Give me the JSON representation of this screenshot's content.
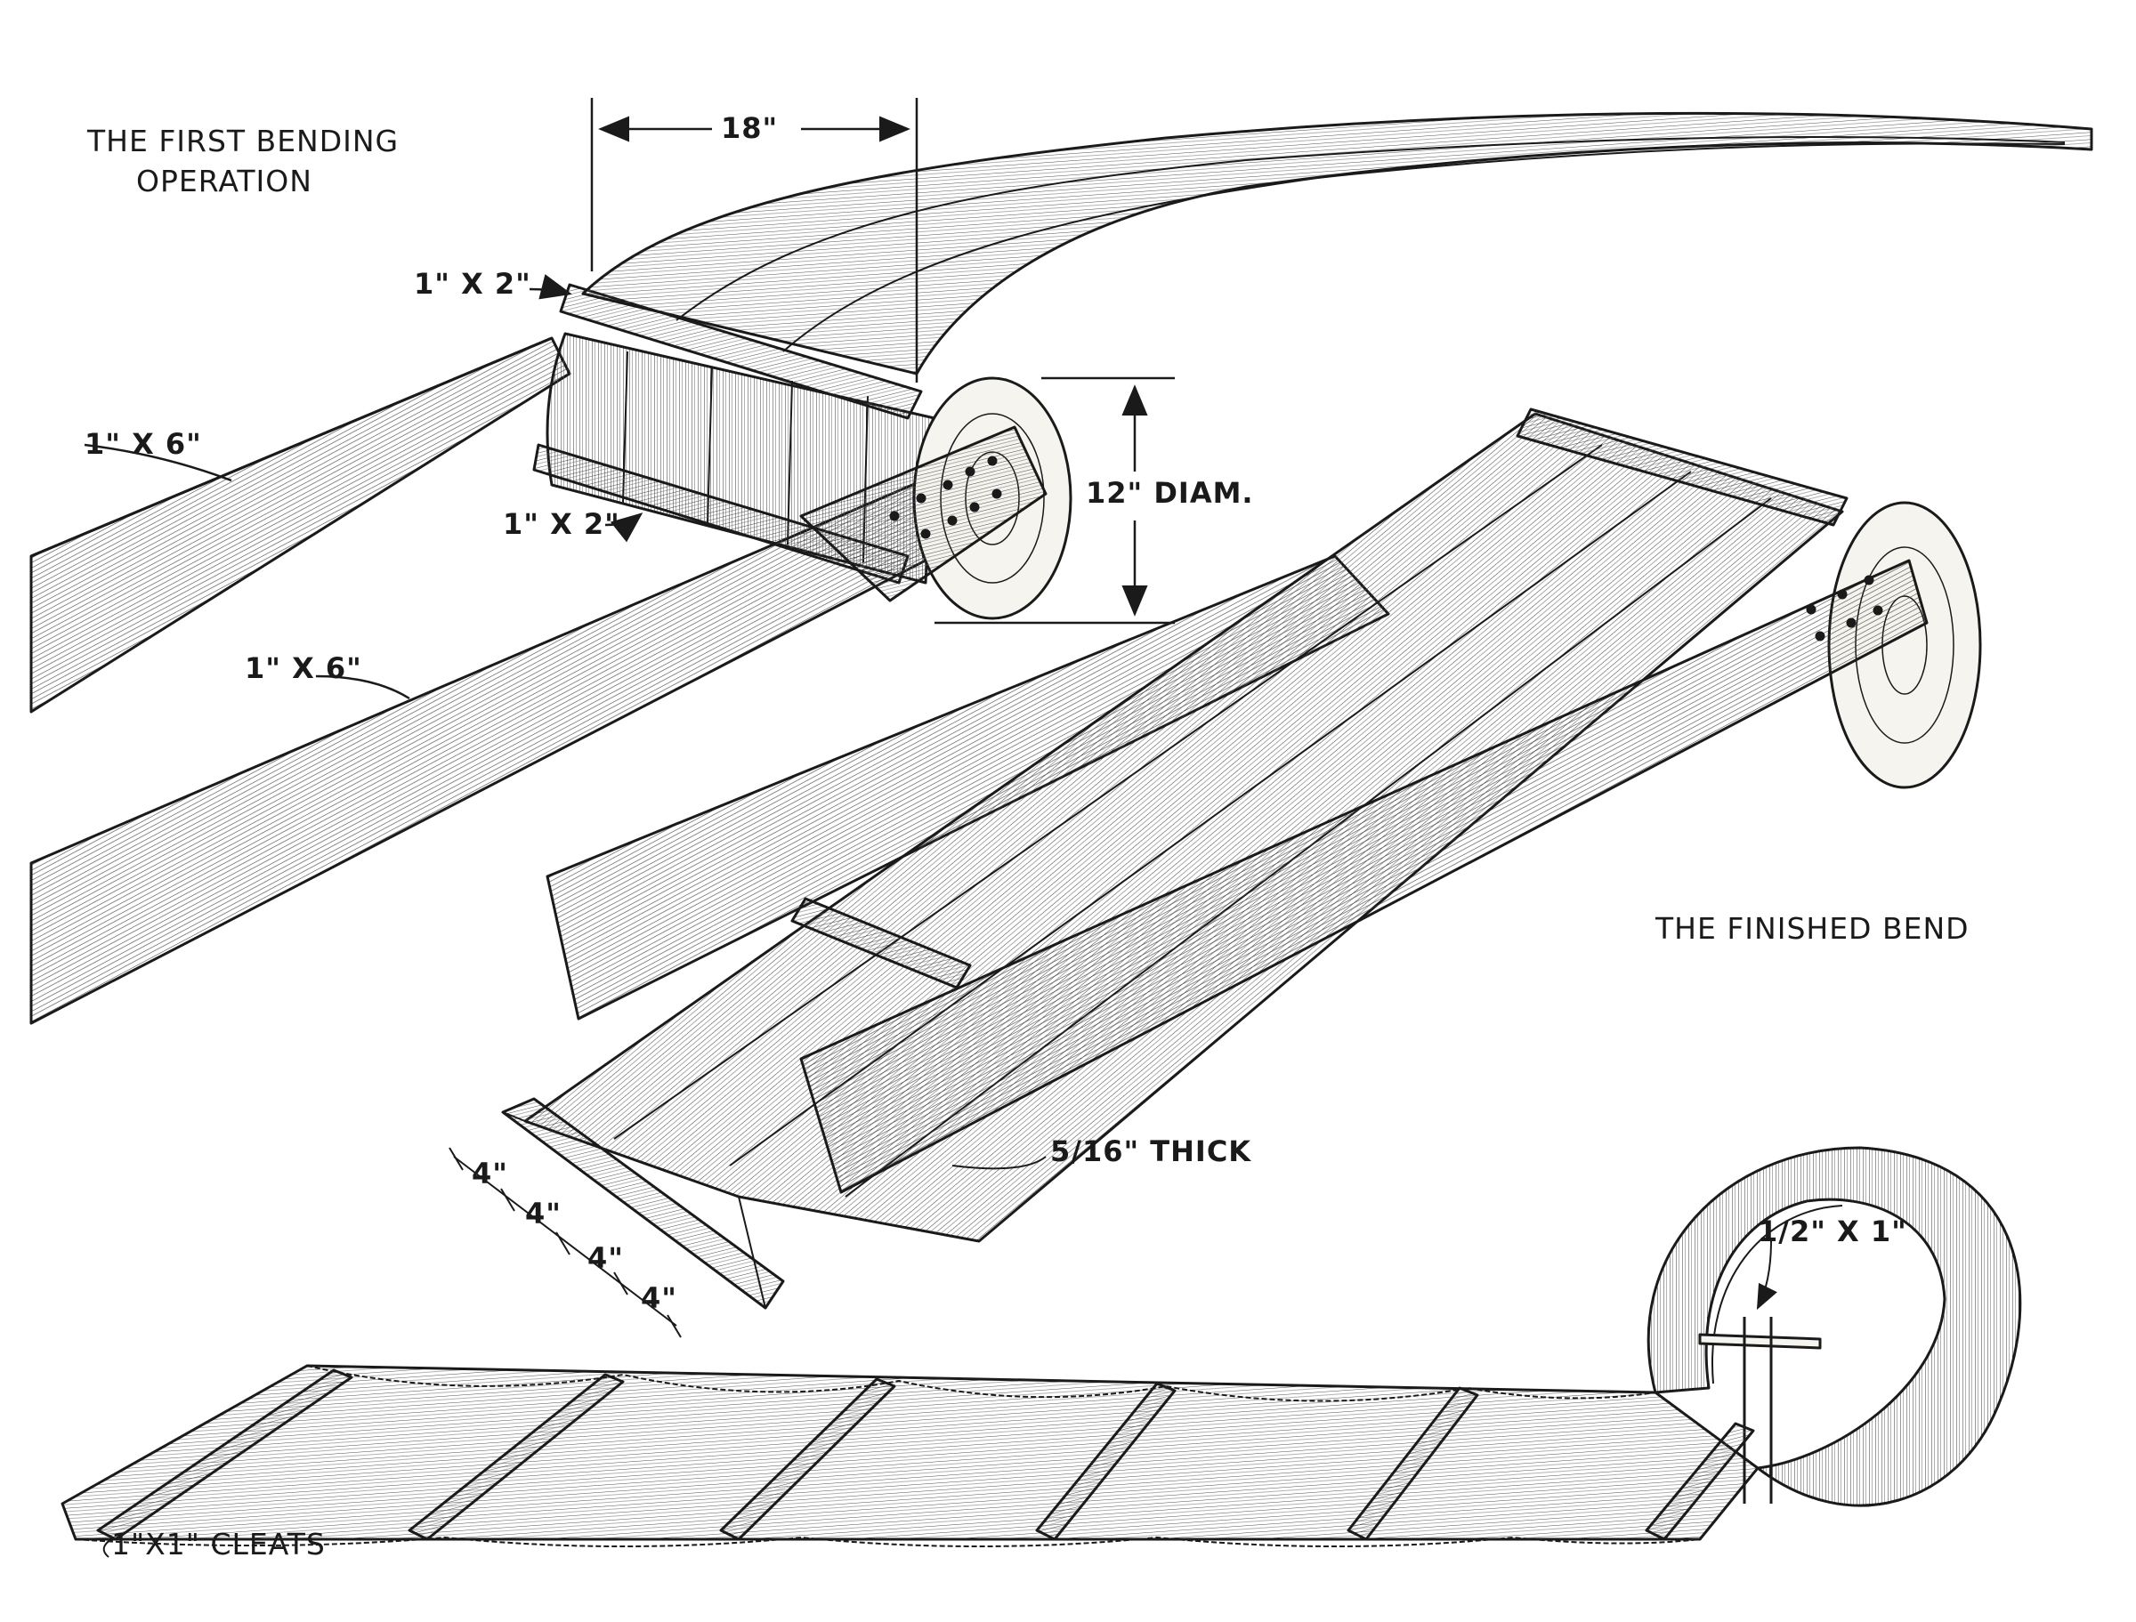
{
  "drawing": {
    "colors": {
      "ink": "#1a1a1a",
      "paper": "#ffffff",
      "wood_tone": "#f6f4ef"
    },
    "first_bending": {
      "title_line1": "THE FIRST BENDING",
      "title_line2": "OPERATION",
      "dim_length": "18\"",
      "dim_cleat_top": "1\" X 2\"",
      "dim_cleat_bottom": "1\" X 2\"",
      "dim_diameter": "12\" DIAM.",
      "dim_rail_left": "1\" X 6\"",
      "dim_rail_front": "1\" X 6\""
    },
    "finished_bend": {
      "title": "THE FINISHED BEND",
      "dim_thickness": "5/16\" THICK",
      "spacing": [
        "4\"",
        "4\"",
        "4\"",
        "4\""
      ]
    },
    "toboggan": {
      "dim_crossbar": "1/2\" X 1\"",
      "dim_cleats": "1\"X1\" CLEATS"
    }
  }
}
